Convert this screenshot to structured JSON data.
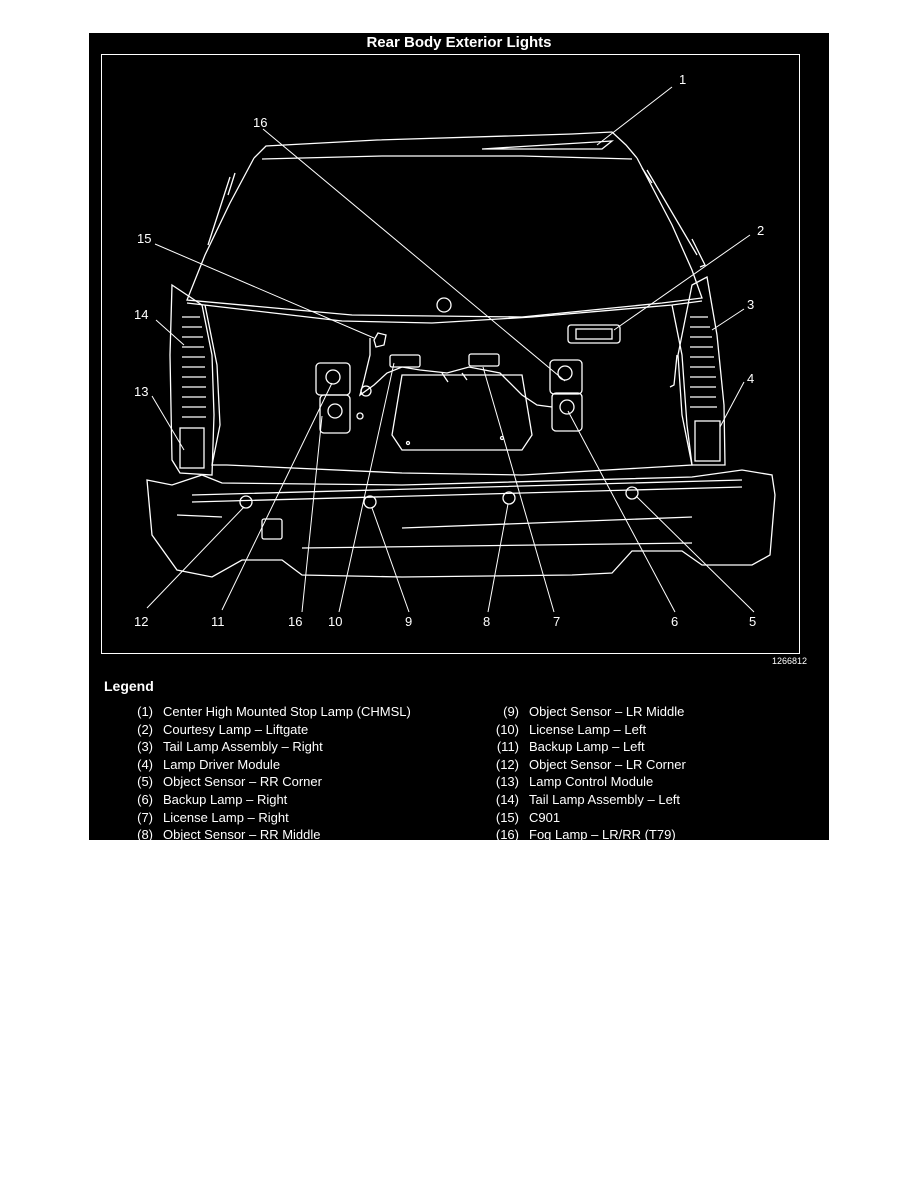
{
  "title": "Rear Body Exterior Lights",
  "figure_id": "1266812",
  "callouts": [
    "1",
    "2",
    "3",
    "4",
    "5",
    "6",
    "7",
    "8",
    "9",
    "10",
    "11",
    "12",
    "13",
    "14",
    "15",
    "16",
    "16"
  ],
  "legend": {
    "heading": "Legend",
    "left": [
      {
        "num": "(1)",
        "text": "Center High Mounted Stop Lamp (CHMSL)"
      },
      {
        "num": "(2)",
        "text": "Courtesy Lamp – Liftgate"
      },
      {
        "num": "(3)",
        "text": "Tail Lamp Assembly – Right"
      },
      {
        "num": "(4)",
        "text": "Lamp Driver Module"
      },
      {
        "num": "(5)",
        "text": "Object Sensor – RR Corner"
      },
      {
        "num": "(6)",
        "text": "Backup Lamp – Right"
      },
      {
        "num": "(7)",
        "text": "License Lamp – Right"
      },
      {
        "num": "(8)",
        "text": "Object Sensor – RR Middle"
      }
    ],
    "right": [
      {
        "num": "(9)",
        "text": "Object Sensor – LR Middle"
      },
      {
        "num": "(10)",
        "text": "License Lamp – Left"
      },
      {
        "num": "(11)",
        "text": "Backup Lamp – Left"
      },
      {
        "num": "(12)",
        "text": "Object Sensor – LR Corner"
      },
      {
        "num": "(13)",
        "text": "Lamp Control Module"
      },
      {
        "num": "(14)",
        "text": "Tail Lamp Assembly – Left"
      },
      {
        "num": "(15)",
        "text": "C901"
      },
      {
        "num": "(16)",
        "text": "Fog Lamp – LR/RR (T79)"
      }
    ]
  }
}
